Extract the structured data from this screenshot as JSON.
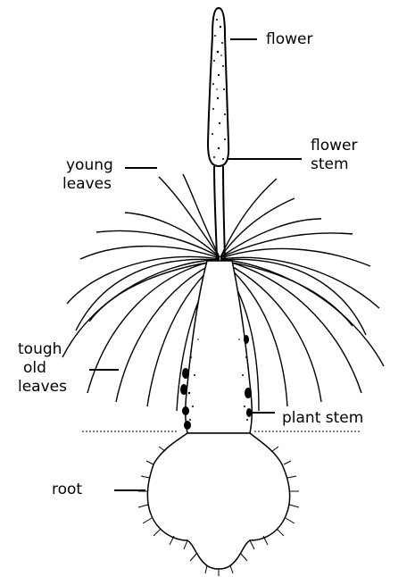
{
  "labels": {
    "flower": "flower",
    "flower_stem": [
      "flower",
      "stem"
    ],
    "young_leaves": [
      "young",
      "leaves"
    ],
    "tough_old_leaves": [
      "tough",
      "old",
      "leaves"
    ],
    "plant_stem": "plant stem",
    "root": "root"
  },
  "colors": {
    "ink": "#000000",
    "background": "#ffffff"
  },
  "icons": {
    "plant": "grass-tree-illustration"
  }
}
